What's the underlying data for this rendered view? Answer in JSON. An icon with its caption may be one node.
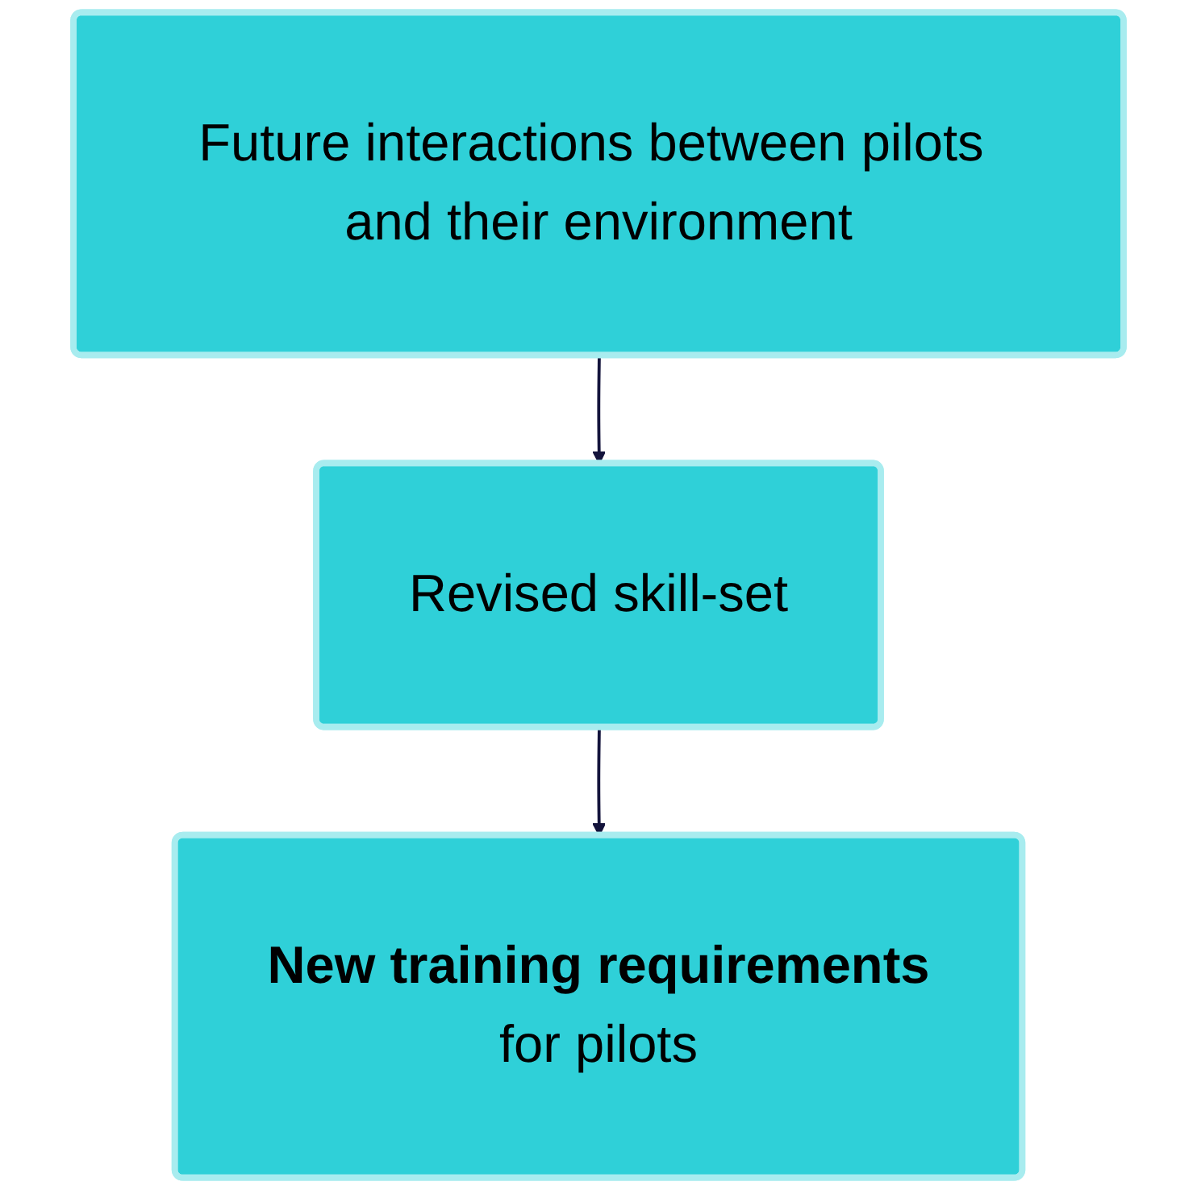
{
  "diagram": {
    "nodes": [
      {
        "text": [
          "Future interactions between pilots and their environment"
        ]
      },
      {
        "text": [
          "Revised skill-set"
        ]
      },
      {
        "text": [
          "New training requirements",
          "for pilots"
        ]
      }
    ],
    "edges": [
      {
        "from": 0,
        "to": 1,
        "arrow": "to"
      },
      {
        "from": 1,
        "to": 2,
        "arrow": "to"
      }
    ]
  }
}
